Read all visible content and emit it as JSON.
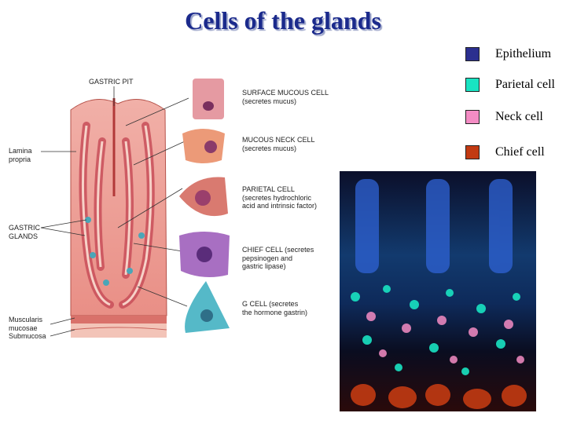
{
  "title": "Cells of the glands",
  "legend": [
    {
      "label": "Epithelium",
      "color": "#2b2f8f"
    },
    {
      "label": "Parietal cell",
      "color": "#19e3c2"
    },
    {
      "label": "Neck cell",
      "color": "#f48cc4"
    },
    {
      "label": "Chief cell",
      "color": "#c23a12"
    }
  ],
  "figure": {
    "gastric_pit": "GASTRIC PIT",
    "lamina_1": "Lamina",
    "lamina_2": "propria",
    "glands_1": "GASTRIC",
    "glands_2": "GLANDS",
    "musc_1": "Muscularis",
    "musc_2": "mucosae",
    "submucosa": "Submucosa",
    "surface_1": "SURFACE MUCOUS CELL",
    "surface_2": "(secretes mucus)",
    "neck_1": "MUCOUS NECK CELL",
    "neck_2": "(secretes mucus)",
    "parietal_1": "PARIETAL CELL",
    "parietal_2": "(secretes hydrochloric",
    "parietal_3": "acid and intrinsic factor)",
    "chief_1": "CHIEF CELL (secretes",
    "chief_2": "pepsinogen and",
    "chief_3": "gastric lipase)",
    "g_1": "G CELL (secretes",
    "g_2": "the hormone gastrin)"
  }
}
